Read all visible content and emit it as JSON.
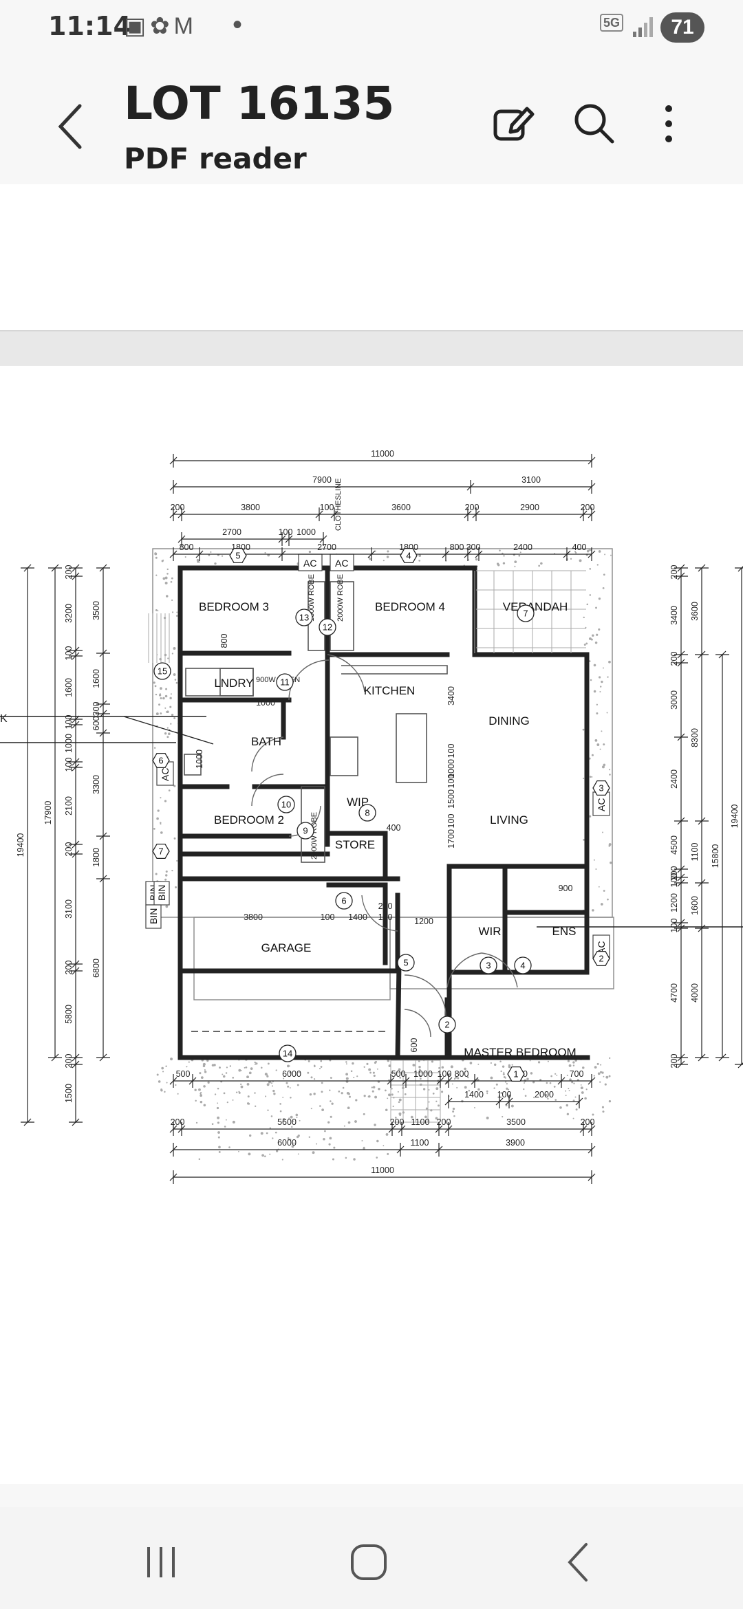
{
  "status_bar": {
    "time": "11:14",
    "network": "5G",
    "battery": "71"
  },
  "app_bar": {
    "title": "LOT 16135",
    "subtitle": "PDF reader"
  },
  "icons": {
    "back": "back-arrow-icon",
    "edit": "edit-icon",
    "search": "search-icon",
    "more": "more-vertical-icon"
  },
  "floor_plan": {
    "rooms": {
      "bedroom3": "BEDROOM 3",
      "bedroom4": "BEDROOM 4",
      "verandah": "VERANDAH",
      "lndry": "LNDRY",
      "kitchen": "KITCHEN",
      "dining": "DINING",
      "bath": "BATH",
      "wip": "WIP",
      "bedroom2": "BEDROOM 2",
      "living": "LIVING",
      "store": "STORE",
      "garage": "GARAGE",
      "wir": "WIR",
      "ens": "ENS",
      "master": "MASTER BEDROOM"
    },
    "labels": {
      "robe1": "1300W ROBE",
      "robe2": "2000W ROBE",
      "robe3": "2000W ROBE",
      "linen": "900W LINEN",
      "clothesline": "CLOTHESLINE",
      "ac": "AC",
      "bin": "BIN",
      "k": "K"
    },
    "top_dims": {
      "r1": "11000",
      "r2a": "7900",
      "r2b": "3100",
      "r3": [
        "200",
        "3800",
        "100",
        "3600",
        "200",
        "2900",
        "200"
      ],
      "r4": [
        "2700",
        "100",
        "1000"
      ],
      "r5": [
        "800",
        "1800",
        "2700",
        "1800",
        "800",
        "300",
        "2400",
        "400"
      ]
    },
    "bottom_dims": {
      "r1": [
        "500",
        "6000",
        "500",
        "1000",
        "100",
        "800",
        "2400",
        "700"
      ],
      "r2": [
        "1400",
        "100",
        "2000"
      ],
      "r3": [
        "200",
        "5600",
        "200",
        "1100",
        "200",
        "3500",
        "200"
      ],
      "r4": [
        "6000",
        "1100",
        "3900"
      ],
      "r5": "11000"
    },
    "left_dims": {
      "a": [
        "200",
        "3200",
        "100",
        "1600",
        "100",
        "1000",
        "100",
        "2100",
        "200",
        "3100",
        "200",
        "5800",
        "200",
        "1500"
      ],
      "b": [
        "3500",
        "1600",
        "300",
        "600",
        "3300",
        "1800",
        "6800"
      ],
      "c": "17900",
      "d": "19400"
    },
    "right_dims": {
      "a": [
        "200",
        "3400",
        "200",
        "3000",
        "2400",
        "4500",
        "200",
        "100",
        "1200",
        "100",
        "4700",
        "200"
      ],
      "b": [
        "3600",
        "8300",
        "1100",
        "1600",
        "4000"
      ],
      "c": "15800",
      "d": "19400"
    },
    "interior_dims": [
      "800",
      "1000",
      "1000",
      "3400",
      "100",
      "1000",
      "100",
      "1500",
      "100",
      "1700",
      "400",
      "3800",
      "100",
      "1400",
      "200",
      "100",
      "1200",
      "900",
      "600"
    ],
    "markers": [
      "1",
      "2",
      "3",
      "4",
      "5",
      "6",
      "7",
      "8",
      "9",
      "10",
      "11",
      "12",
      "13",
      "14",
      "15"
    ]
  }
}
